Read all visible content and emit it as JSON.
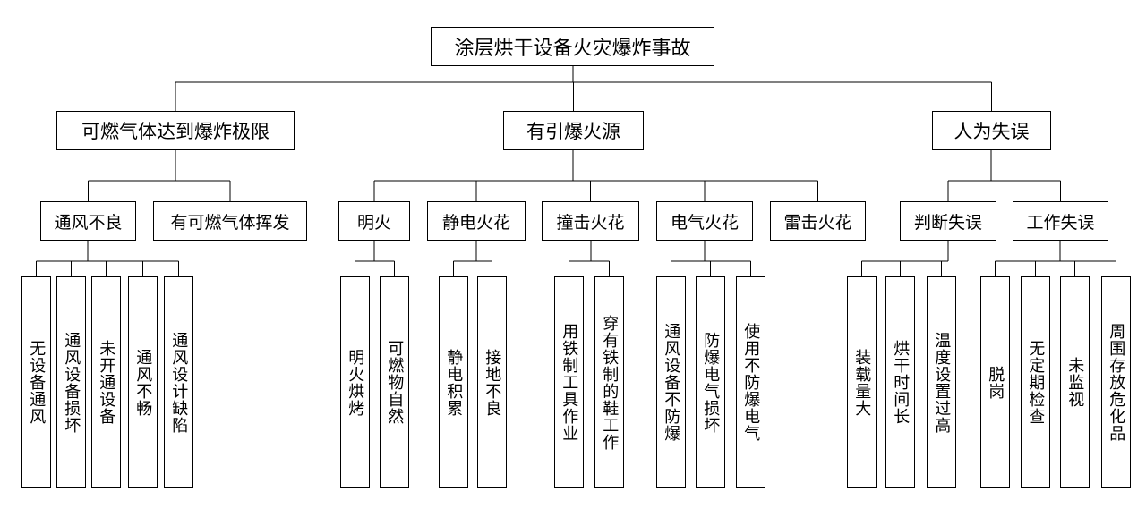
{
  "root": {
    "label": "涂层烘干设备火灾爆炸事故",
    "children": [
      {
        "label": "可燃气体达到爆炸极限",
        "children": [
          {
            "label": "通风不良",
            "children": [
              {
                "label": "无设备通风"
              },
              {
                "label": "通风设备损坏"
              },
              {
                "label": "未开通设备"
              },
              {
                "label": "通风不畅"
              },
              {
                "label": "通风设计缺陷"
              }
            ]
          },
          {
            "label": "有可燃气体挥发"
          }
        ]
      },
      {
        "label": "有引爆火源",
        "children": [
          {
            "label": "明火",
            "children": [
              {
                "label": "明火烘烤"
              },
              {
                "label": "可燃物自然"
              }
            ]
          },
          {
            "label": "静电火花",
            "children": [
              {
                "label": "静电积累"
              },
              {
                "label": "接地不良"
              }
            ]
          },
          {
            "label": "撞击火花",
            "children": [
              {
                "label": "用铁制工具作业"
              },
              {
                "label": "穿有铁制的鞋工作"
              }
            ]
          },
          {
            "label": "电气火花",
            "children": [
              {
                "label": "通风设备不防爆"
              },
              {
                "label": "防爆电气损坏"
              },
              {
                "label": "使用不防爆电气"
              }
            ]
          },
          {
            "label": "雷击火花"
          }
        ]
      },
      {
        "label": "人为失误",
        "children": [
          {
            "label": "判断失误",
            "children": [
              {
                "label": "装载量大"
              },
              {
                "label": "烘干时间长"
              },
              {
                "label": "温度设置过高"
              }
            ]
          },
          {
            "label": "工作失误",
            "children": [
              {
                "label": "脱岗"
              },
              {
                "label": "无定期检查"
              },
              {
                "label": "未监视"
              },
              {
                "label": "周围存放危化品"
              }
            ]
          }
        ]
      }
    ]
  }
}
